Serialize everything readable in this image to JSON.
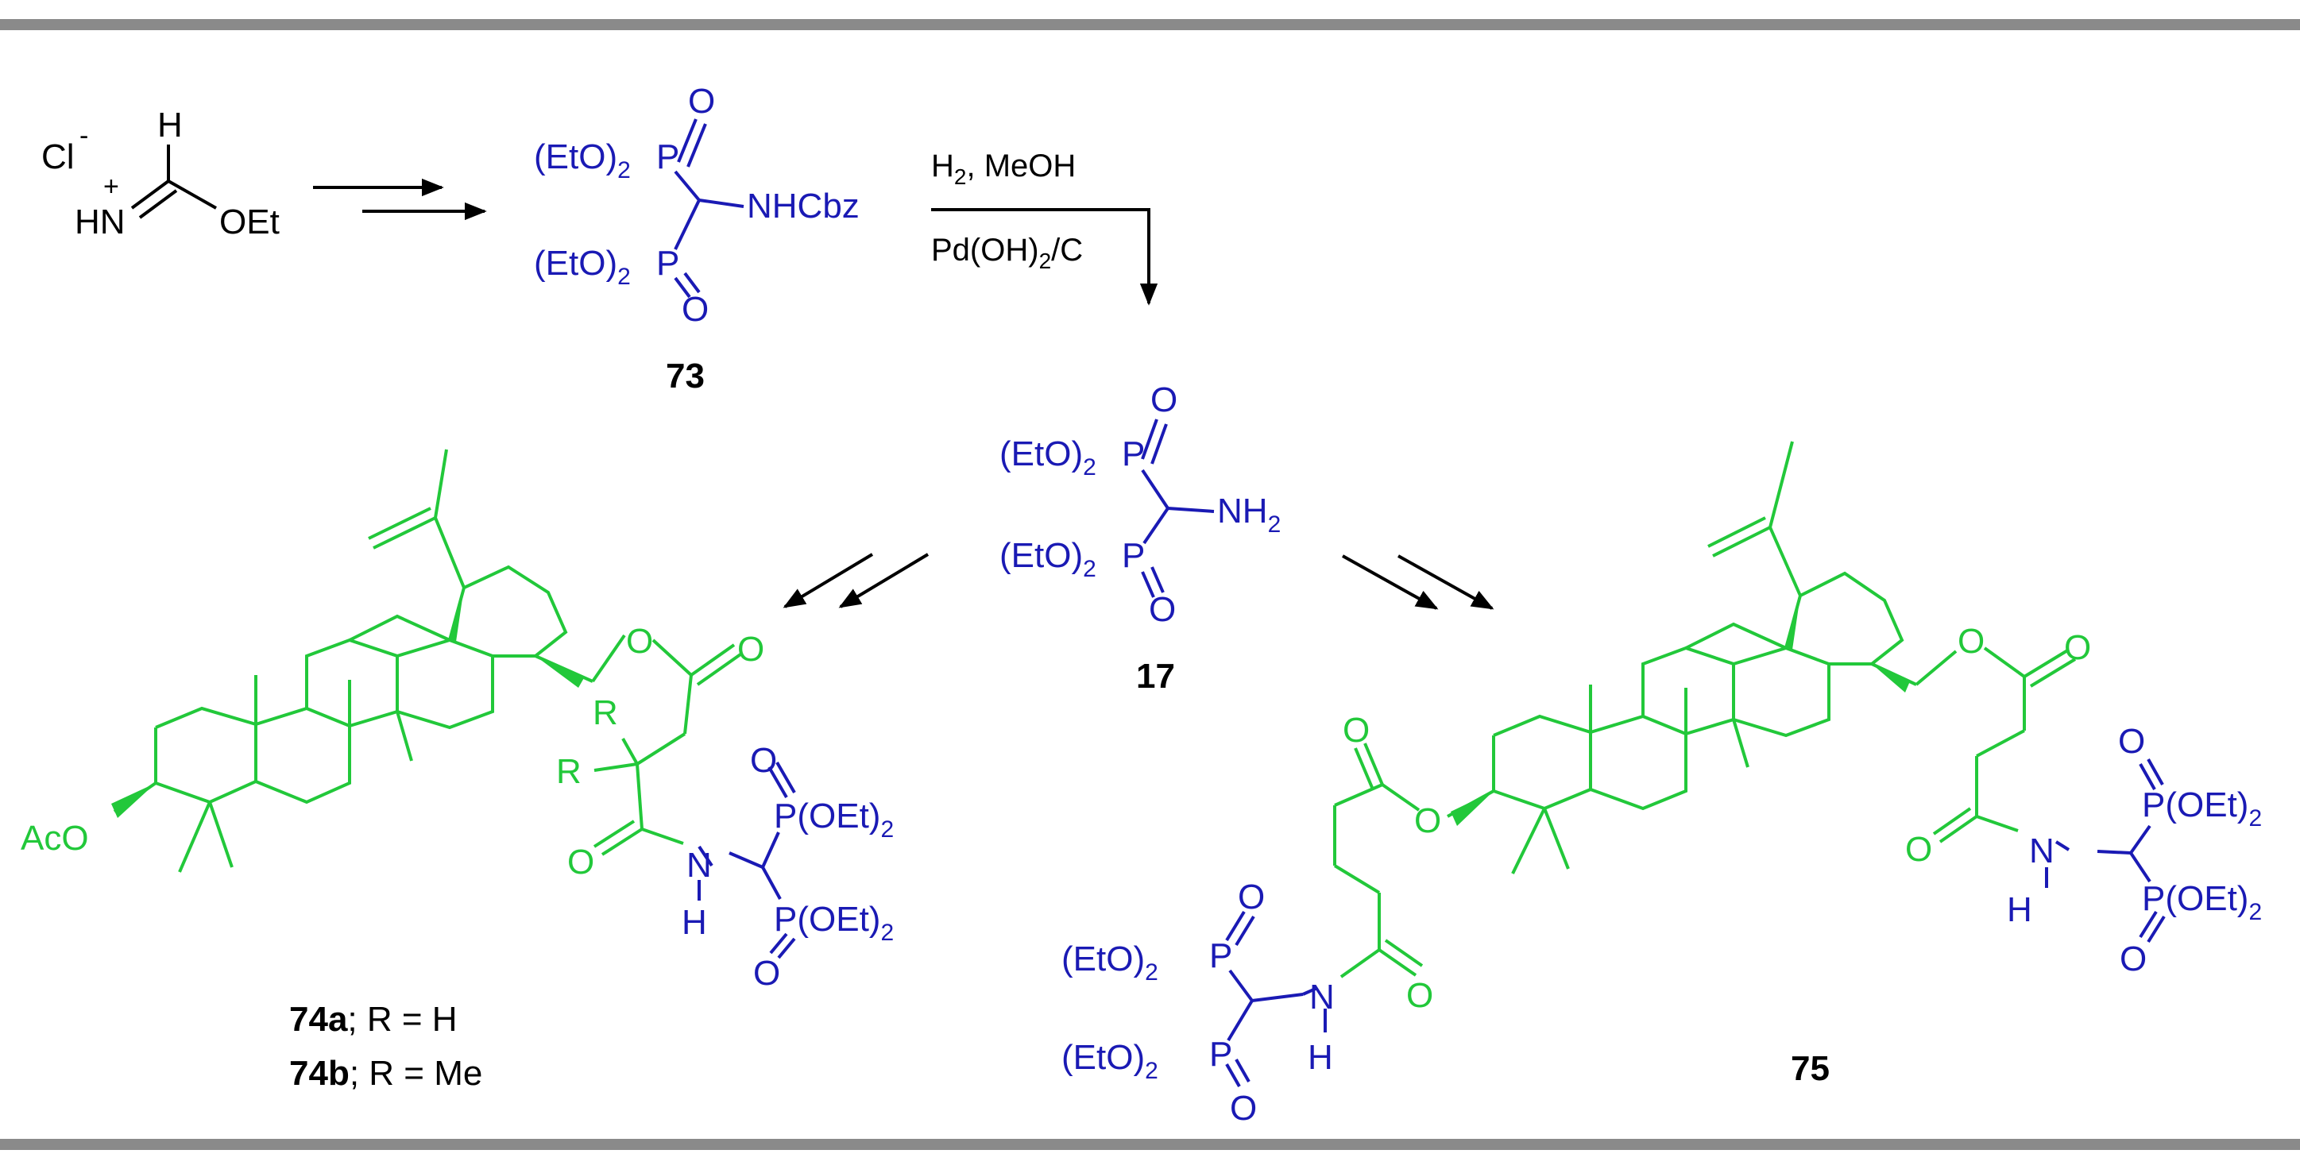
{
  "colors": {
    "black": "#000000",
    "blue": "#1a1ab4",
    "green": "#22c83a",
    "rule": "#8a8a8a"
  },
  "start": {
    "cl": "Cl",
    "minus": "-",
    "plus": "+",
    "h": "H",
    "hn": "HN",
    "oet": "OEt"
  },
  "c73": {
    "eto": "(EtO)",
    "sub2": "2",
    "p": "P",
    "o": "O",
    "nhcbz": "NHCbz",
    "label": "73"
  },
  "cond": {
    "h": "H",
    "sub2": "2",
    "rest1": ", MeOH",
    "pd": "Pd(OH)",
    "rest2": "/C"
  },
  "c17": {
    "eto": "(EtO)",
    "sub2": "2",
    "p": "P",
    "o": "O",
    "nh": "NH",
    "label": "17"
  },
  "c74": {
    "aco": "AcO",
    "r": "R",
    "o": "O",
    "n": "N",
    "h": "H",
    "p": "P",
    "oet": "(OEt)",
    "sub2": "2",
    "label_a": "74a",
    "text_a": "; R = H",
    "label_b": "74b",
    "text_b": "; R = Me"
  },
  "c75": {
    "o": "O",
    "n": "N",
    "h": "H",
    "p": "P",
    "oet": "(OEt)",
    "eto": "(EtO)",
    "sub2": "2",
    "label": "75"
  }
}
